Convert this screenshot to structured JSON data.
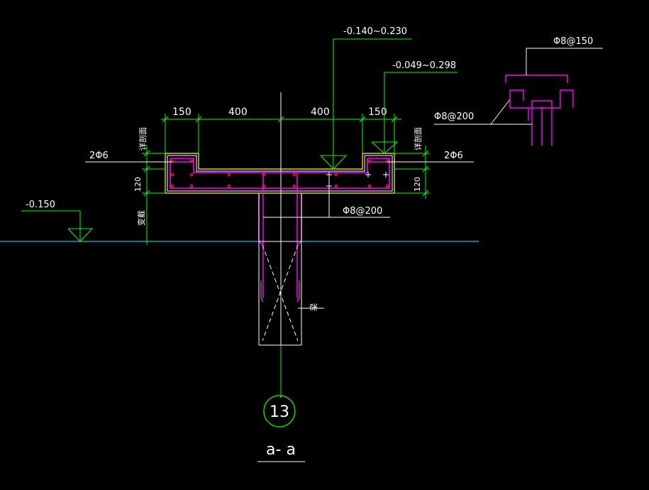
{
  "drawing": {
    "section_label": "a- a",
    "axis_number": "13",
    "top_dims": [
      "150",
      "400",
      "400",
      "150"
    ],
    "side_dim": "120",
    "left_bar_label": "2Φ6",
    "right_bar_label": "2Φ6",
    "left_note": "详剖面",
    "right_note": "详剖面",
    "left_vertical_label": "变截",
    "beam_label": "梁",
    "stirrup_label": "Φ8@200",
    "detail_label_top": "Φ8@150",
    "detail_label_side": "Φ8@200",
    "elev_top": "-0.140~0.230",
    "elev_right": "-0.049~0.298",
    "elev_left": "-0.150"
  },
  "colors": {
    "background": "#000000",
    "outline": "#ffffff",
    "rebar": "#ff00ff",
    "dim": "#00ff00",
    "concrete_edge": "#ffff00",
    "bar_dot": "#ff2020",
    "stirrup_light": "#ff66ff",
    "text": "#ffffff"
  }
}
